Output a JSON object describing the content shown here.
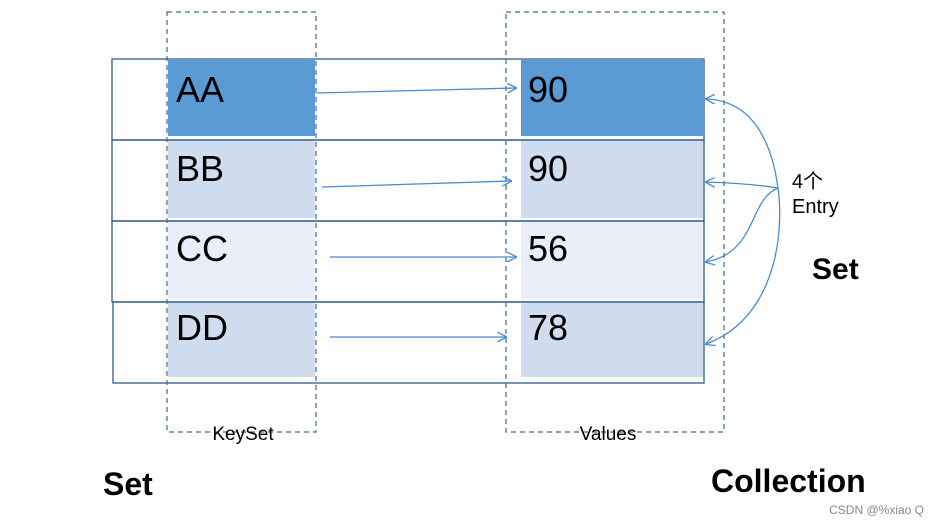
{
  "rows": [
    {
      "key": "AA",
      "value": "90"
    },
    {
      "key": "BB",
      "value": "90"
    },
    {
      "key": "CC",
      "value": "56"
    },
    {
      "key": "DD",
      "value": "78"
    }
  ],
  "labels": {
    "keyset": "KeySet",
    "values": "Values",
    "entry_count": "4个",
    "entry": "Entry",
    "set_right": "Set",
    "set_left": "Set",
    "collection": "Collection"
  },
  "watermark": "CSDN @%xiao Q",
  "colors": {
    "row_border": "#2f5a8c",
    "dashed": "#3a6a9e",
    "arrow": "#4a8cce",
    "highlight_fill": "#5b9bd5",
    "fill_b": "#d0ddee",
    "fill_c": "#e9eef8",
    "fill_d": "#d0ddee"
  }
}
